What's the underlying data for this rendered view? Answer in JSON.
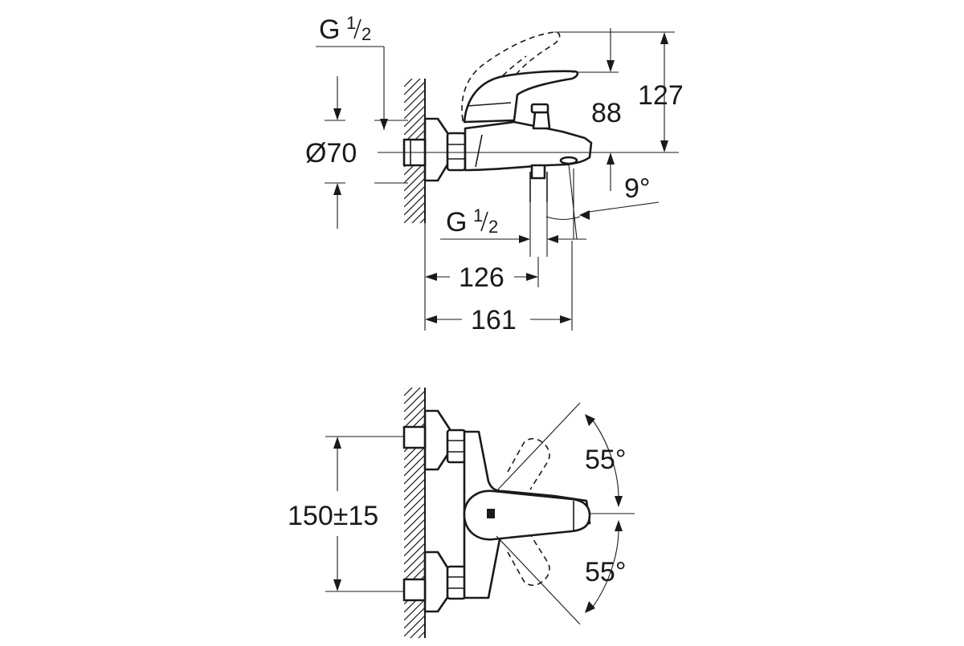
{
  "side_view": {
    "thread_top": {
      "base": "G",
      "num": "1",
      "den": "2"
    },
    "thread_bottom": {
      "base": "G",
      "num": "1",
      "den": "2"
    },
    "diameter_label": "Ø70",
    "height_total": "127",
    "height_lever": "88",
    "angle_spout": "9°",
    "projection_outlet": "126",
    "projection_total": "161"
  },
  "top_view": {
    "center_distance": "150±15",
    "angle_upper": "55°",
    "angle_lower": "55°"
  }
}
